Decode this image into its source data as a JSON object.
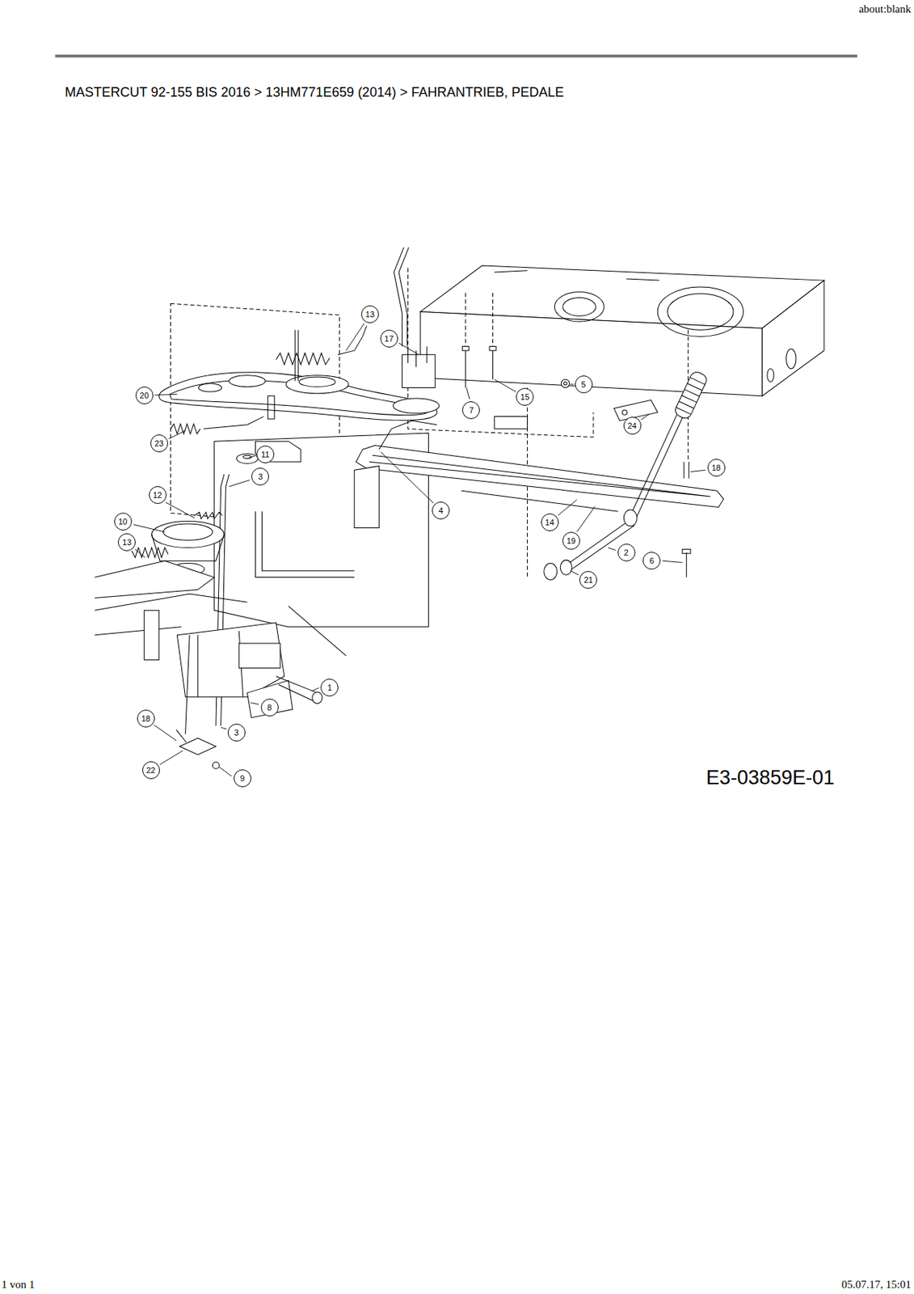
{
  "diagram": {
    "title": "MASTERCUT 92-155 BIS 2016  >  13HM771E659 (2014)  >  FAHRANTRIEB, PEDALE",
    "labels": [
      "about:blank",
      "13",
      "17",
      "20",
      "5",
      "7",
      "15",
      "24",
      "23",
      "11",
      "18",
      "3",
      "4",
      "12",
      "10",
      "14",
      "19",
      "2",
      "6",
      "21",
      "13",
      "1",
      "8",
      "18",
      "3",
      "22",
      "9",
      "E3-03859E-01",
      "1 von 1",
      "05.07.17, 15:01"
    ]
  }
}
